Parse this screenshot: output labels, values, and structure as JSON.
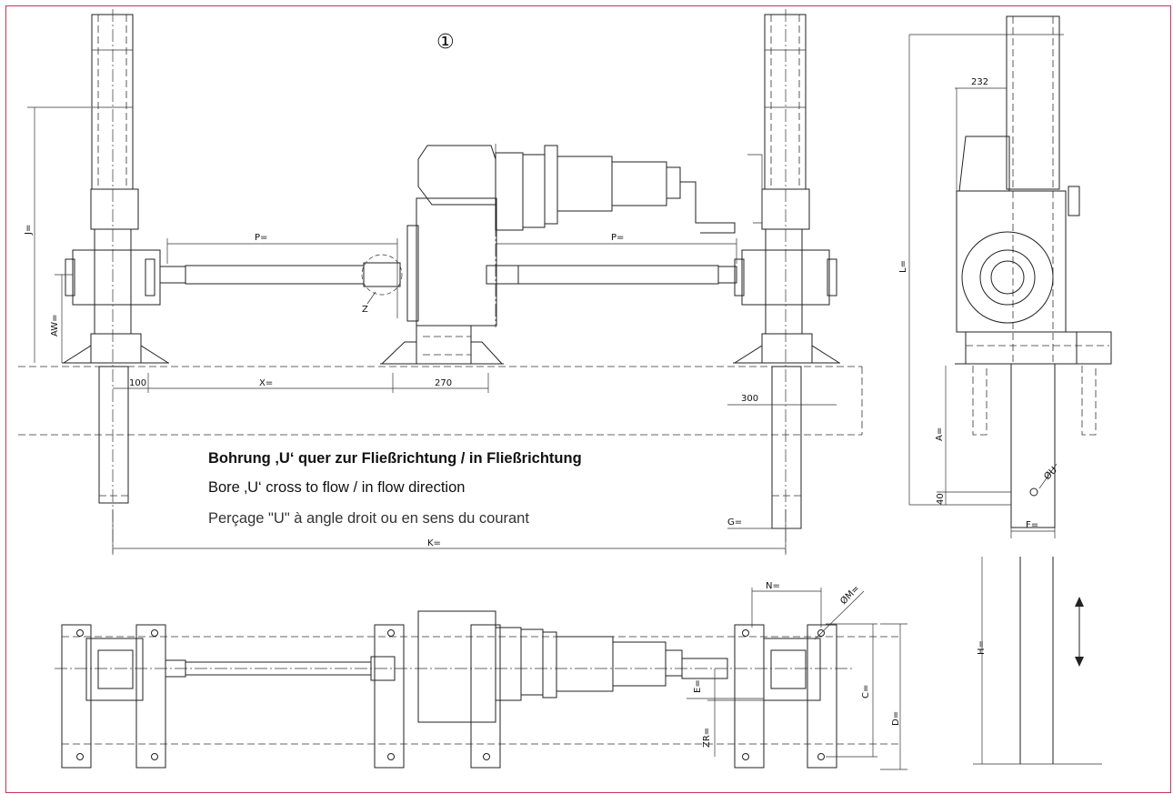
{
  "figure_number": "①",
  "notes": {
    "de": "Bohrung ‚U‘ quer zur Fließrichtung / in Fließrichtung",
    "en": "Bore ‚U‘ cross to flow / in flow direction",
    "fr": "Perçage \"U\"  à angle droit ou en sens du courant"
  },
  "dimensions": {
    "p_left": "P=",
    "p_right": "P=",
    "j": "J=",
    "aw": "AW=",
    "z": "Z",
    "d100": "100",
    "x": "X=",
    "d270": "270",
    "d300": "300",
    "g": "G=",
    "k": "K=",
    "l": "L=",
    "d232": "232",
    "a": "A=",
    "d40": "40",
    "u": "ØU",
    "f": "F=",
    "n": "N=",
    "m": "ØM=",
    "e": "E=",
    "zr": "ZR=",
    "c": "C=",
    "d": "D=",
    "h": "H="
  },
  "colors": {
    "frame": "#c8325a",
    "line": "#222222"
  }
}
